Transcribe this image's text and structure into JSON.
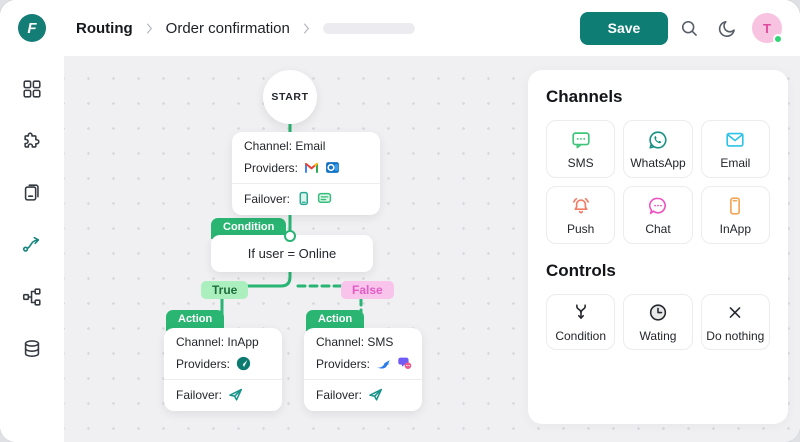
{
  "colors": {
    "brand_teal": "#0e7d74",
    "flow_green": "#29b573",
    "true_badge_bg": "#abefbf",
    "false_badge_bg": "#f8c4ec",
    "avatar_pink": "#f8c3e1",
    "online_dot": "#2fd573"
  },
  "topbar": {
    "logo_letter": "F",
    "breadcrumb_1": "Routing",
    "breadcrumb_2": "Order confirmation",
    "save_label": "Save",
    "avatar_letter": "T"
  },
  "sidebar": {
    "items": [
      "dashboard",
      "integrations",
      "documents",
      "routing",
      "hierarchy",
      "database"
    ],
    "active_item": "routing"
  },
  "flow": {
    "start_label": "START",
    "email_node": {
      "channel_label": "Channel: Email",
      "providers_label": "Providers:",
      "providers": [
        "gmail",
        "outlook"
      ],
      "failover_label": "Failover:",
      "failover": [
        "mobile-app",
        "sms-bubble"
      ]
    },
    "condition_node": {
      "tag": "Condition",
      "text": "If user = Online"
    },
    "true_label": "True",
    "false_label": "False",
    "inapp_node": {
      "tag": "Action",
      "channel_label": "Channel: InApp",
      "providers_label": "Providers:",
      "providers": [
        "send-circle"
      ],
      "failover_label": "Failover:",
      "failover": [
        "paper-plane"
      ]
    },
    "sms_node": {
      "tag": "Action",
      "channel_label": "Channel: SMS",
      "providers_label": "Providers:",
      "providers": [
        "messagebird",
        "chat-bubbles"
      ],
      "failover_label": "Failover:",
      "failover": [
        "paper-plane"
      ]
    }
  },
  "panel": {
    "channels_title": "Channels",
    "channels": [
      {
        "label": "SMS",
        "icon": "sms-bubble-icon",
        "color": "#3ec579"
      },
      {
        "label": "WhatsApp",
        "icon": "whatsapp-icon",
        "color": "#148f82"
      },
      {
        "label": "Email",
        "icon": "envelope-icon",
        "color": "#2ec2e8"
      },
      {
        "label": "Push",
        "icon": "bell-icon",
        "color": "#f37a63"
      },
      {
        "label": "Chat",
        "icon": "chat-bubble-icon",
        "color": "#ee54c0"
      },
      {
        "label": "InApp",
        "icon": "smartphone-icon",
        "color": "#f6a455"
      }
    ],
    "controls_title": "Controls",
    "controls": [
      {
        "label": "Condition",
        "icon": "branch-icon"
      },
      {
        "label": "Wating",
        "icon": "clock-icon"
      },
      {
        "label": "Do nothing",
        "icon": "x-icon"
      }
    ]
  }
}
